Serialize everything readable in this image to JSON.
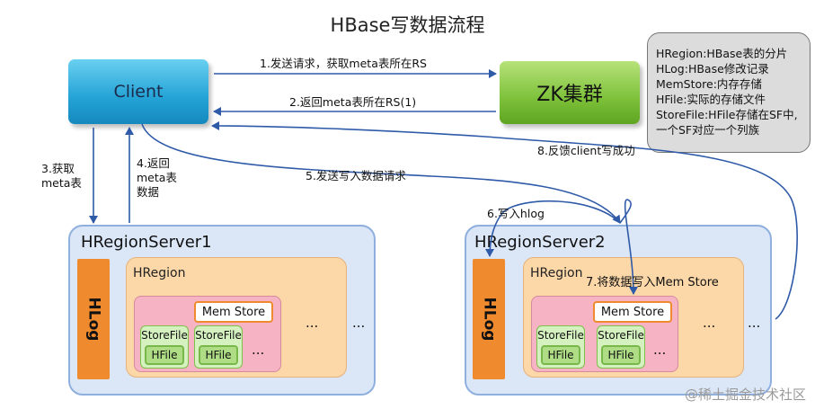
{
  "title": "HBase写数据流程",
  "client": {
    "label": "Client"
  },
  "zk": {
    "label": "ZK集群"
  },
  "legend": {
    "lines": [
      "HRegion:HBase表的分片",
      "HLog:HBase修改记录",
      "MemStore:内存存储",
      "HFile:实际的存储文件",
      "StoreFile:HFile存储在SF中,",
      "一个SF对应一个列族"
    ]
  },
  "steps": {
    "s1": "1.发送请求，获取meta表所在RS",
    "s2": "2.返回meta表所在RS(1)",
    "s3": [
      "3.获取",
      "meta表"
    ],
    "s4": [
      "4.返回",
      "meta表",
      "数据"
    ],
    "s5": "5.发送写入数据请求",
    "s6": "6.写入hlog",
    "s7": "7.将数据写入Mem Store",
    "s8": "8.反馈client写成功"
  },
  "servers": [
    {
      "name": "HRegionServer1",
      "hlog": "HLog",
      "region_label": "HRegion",
      "memstore": "Mem Store",
      "storefile": "StoreFile",
      "hfile": "HFile",
      "dots": "..."
    },
    {
      "name": "HRegionServer2",
      "hlog": "HLog",
      "region_label": "HRegion",
      "memstore": "Mem Store",
      "storefile": "StoreFile",
      "hfile": "HFile",
      "dots": "..."
    }
  ],
  "watermark": "@稀土掘金技术社区"
}
